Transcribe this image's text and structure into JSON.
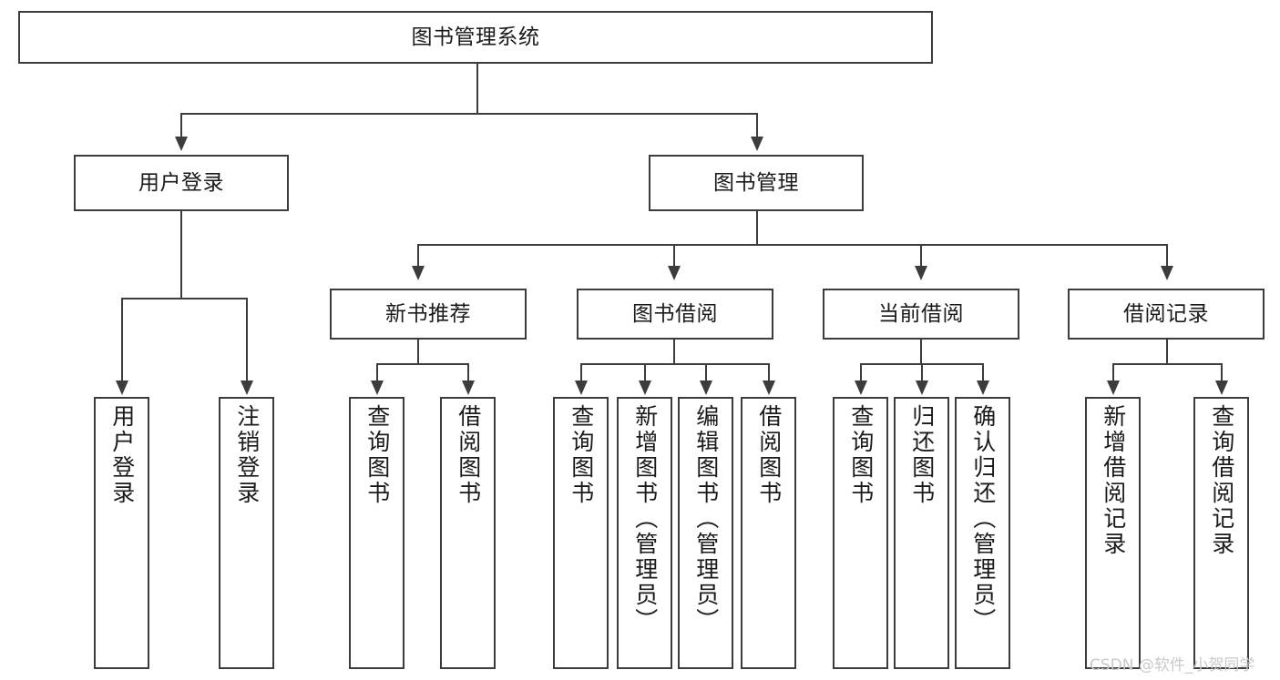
{
  "diagram": {
    "title": "图书管理系统",
    "type": "hierarchy-tree",
    "root": {
      "label": "图书管理系统"
    },
    "level2": [
      {
        "label": "用户登录"
      },
      {
        "label": "图书管理"
      }
    ],
    "level3": [
      {
        "label": "新书推荐"
      },
      {
        "label": "图书借阅"
      },
      {
        "label": "当前借阅"
      },
      {
        "label": "借阅记录"
      }
    ],
    "leaves": {
      "user_login": [
        {
          "label": "用户登录"
        },
        {
          "label": "注销登录"
        }
      ],
      "new_book_recommend": [
        {
          "label": "查询图书"
        },
        {
          "label": "借阅图书"
        }
      ],
      "book_borrow": [
        {
          "label": "查询图书"
        },
        {
          "label": "新增图书（管理员）"
        },
        {
          "label": "编辑图书（管理员）"
        },
        {
          "label": "借阅图书"
        }
      ],
      "current_borrow": [
        {
          "label": "查询图书"
        },
        {
          "label": "归还图书"
        },
        {
          "label": "确认归还（管理员）"
        }
      ],
      "borrow_record": [
        {
          "label": "新增借阅记录"
        },
        {
          "label": "查询借阅记录"
        }
      ]
    }
  },
  "watermark": {
    "text": "CSDN @软件_小贺同学"
  },
  "colors": {
    "stroke": "#3c3c3c",
    "text": "#1a1a1a",
    "background": "#ffffff",
    "watermark": "#c9c9c9"
  }
}
